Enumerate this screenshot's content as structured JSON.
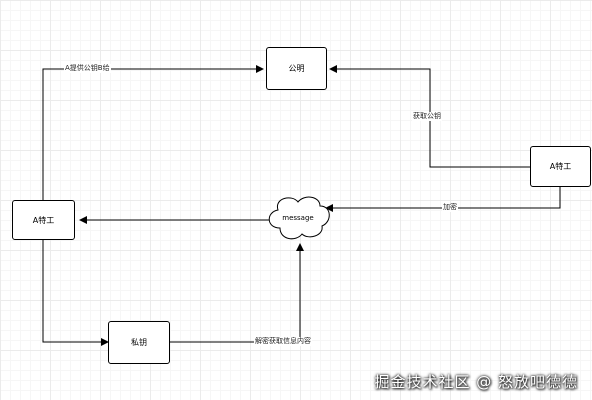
{
  "nodes": {
    "public_key": "公明",
    "employee_right": "A特工",
    "employee_left": "A特工",
    "message": "message",
    "private_key": "私钥"
  },
  "edges": {
    "a_gives_public_key": "A提供公钥B给",
    "get_public_key": "获取公钥",
    "encrypt": "加密",
    "decrypt": "解密获取信息内容"
  },
  "watermark": "掘金技术社区 @ 怒放吧德德"
}
